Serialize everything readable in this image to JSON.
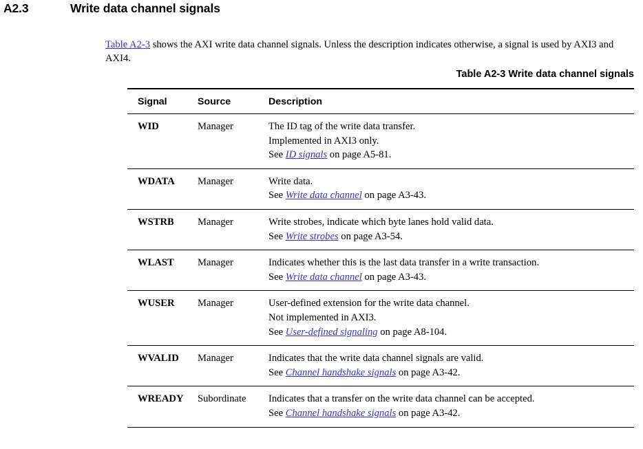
{
  "heading": {
    "number": "A2.3",
    "title": "Write data channel signals"
  },
  "intro": {
    "link_text": "Table A2-3",
    "rest_text": " shows the AXI write data channel signals. Unless the description indicates otherwise, a signal is used by AXI3 and AXI4."
  },
  "table": {
    "caption": "Table A2-3 Write data channel signals",
    "columns": [
      "Signal",
      "Source",
      "Description"
    ],
    "rows": [
      {
        "signal": "WID",
        "source": "Manager",
        "description_lines": [
          {
            "text": "The ID tag of the write data transfer."
          },
          {
            "text": "Implemented in AXI3 only."
          },
          {
            "prefix": "See ",
            "link": "ID signals",
            "suffix": " on page A5-81."
          }
        ]
      },
      {
        "signal": "WDATA",
        "source": "Manager",
        "description_lines": [
          {
            "text": "Write data."
          },
          {
            "prefix": "See ",
            "link": "Write data channel",
            "suffix": " on page A3-43."
          }
        ]
      },
      {
        "signal": "WSTRB",
        "source": "Manager",
        "description_lines": [
          {
            "text": "Write strobes, indicate which byte lanes hold valid data."
          },
          {
            "prefix": "See ",
            "link": "Write strobes",
            "suffix": " on page A3-54."
          }
        ]
      },
      {
        "signal": "WLAST",
        "source": "Manager",
        "description_lines": [
          {
            "text": "Indicates whether this is the last data transfer in a write transaction."
          },
          {
            "prefix": "See ",
            "link": "Write data channel",
            "suffix": " on page A3-43."
          }
        ]
      },
      {
        "signal": "WUSER",
        "source": "Manager",
        "description_lines": [
          {
            "text": "User-defined extension for the write data channel."
          },
          {
            "text": "Not implemented in AXI3."
          },
          {
            "prefix": "See ",
            "link": "User-defined signaling",
            "suffix": " on page A8-104."
          }
        ]
      },
      {
        "signal": "WVALID",
        "source": "Manager",
        "description_lines": [
          {
            "text": "Indicates that the write data channel signals are valid."
          },
          {
            "prefix": "See ",
            "link": "Channel handshake signals",
            "suffix": " on page A3-42."
          }
        ]
      },
      {
        "signal": "WREADY",
        "source": "Subordinate",
        "description_lines": [
          {
            "text": "Indicates that a transfer on the write data channel can be accepted."
          },
          {
            "prefix": "See ",
            "link": "Channel handshake signals",
            "suffix": " on page A3-42."
          }
        ]
      }
    ]
  },
  "colors": {
    "link": "#3333cc",
    "text": "#000000",
    "rule": "#000000",
    "background": "#ffffff"
  }
}
